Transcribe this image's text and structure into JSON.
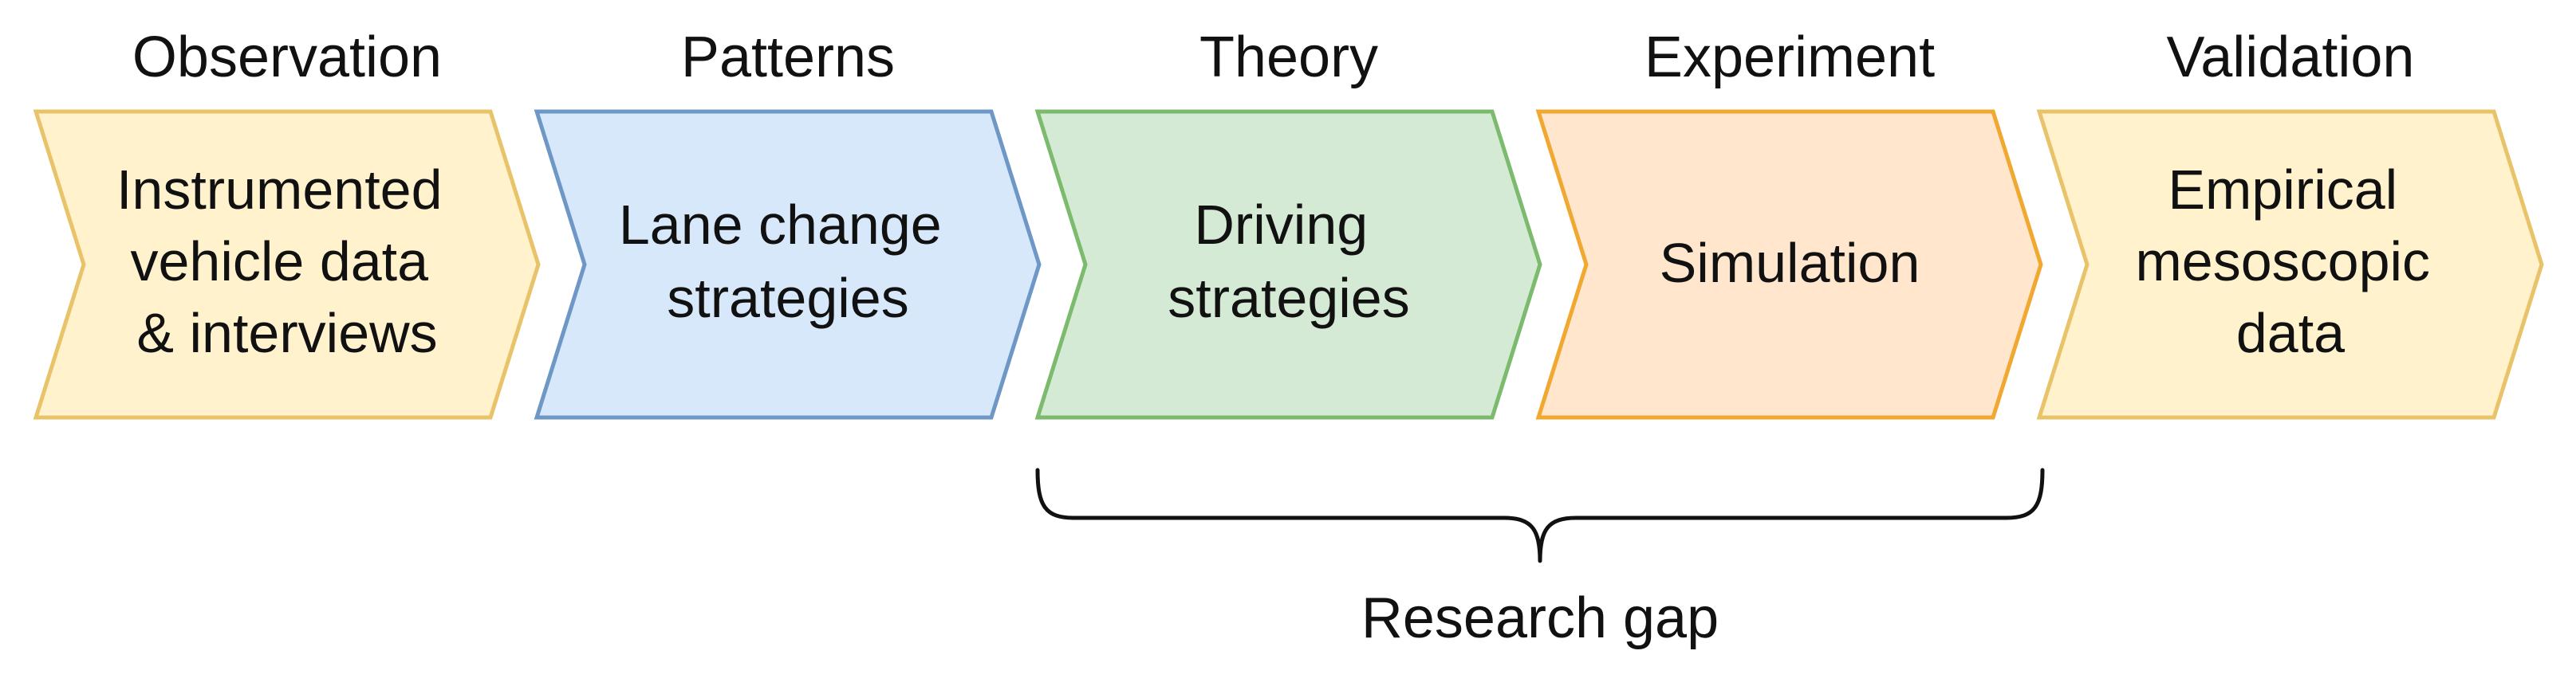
{
  "stages": [
    {
      "header": "Observation",
      "lines": [
        "Instrumented",
        "vehicle data",
        "& interviews"
      ],
      "fill": "#fff2cc",
      "stroke": "#e8c36a"
    },
    {
      "header": "Patterns",
      "lines": [
        "Lane change",
        "strategies"
      ],
      "fill": "#d6e8fa",
      "stroke": "#6e97c6"
    },
    {
      "header": "Theory",
      "lines": [
        "Driving",
        "strategies"
      ],
      "fill": "#d5ead5",
      "stroke": "#7cbb6e"
    },
    {
      "header": "Experiment",
      "lines": [
        "Simulation"
      ],
      "fill": "#ffe6cc",
      "stroke": "#f0a830"
    },
    {
      "header": "Validation",
      "lines": [
        "Empirical",
        "mesoscopic",
        "data"
      ],
      "fill": "#fff2cc",
      "stroke": "#e8c36a"
    }
  ],
  "bracket": {
    "label": "Research gap",
    "stroke": "#111111"
  }
}
